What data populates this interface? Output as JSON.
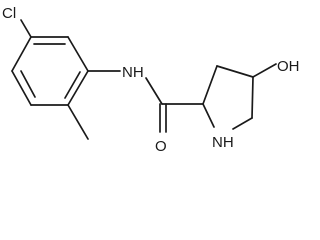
{
  "structure": {
    "labels": {
      "chlorine": "Cl",
      "amide_nh": "NH",
      "hydroxyl": "OH",
      "carbonyl_o": "O",
      "ring_nh": "NH"
    }
  }
}
